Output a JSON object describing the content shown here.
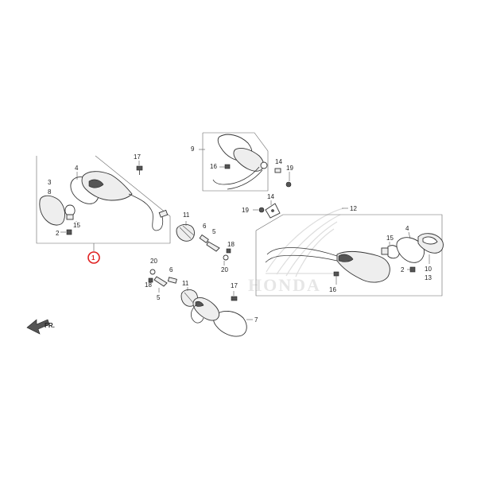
{
  "diagram": {
    "callouts": {
      "c1": "1",
      "c2a": "2",
      "c2b": "2",
      "c3": "3",
      "c4a": "4",
      "c4b": "4",
      "c5a": "5",
      "c5b": "5",
      "c6a": "6",
      "c6b": "6",
      "c7": "7",
      "c8": "8",
      "c9": "9",
      "c10": "10",
      "c11a": "11",
      "c11b": "11",
      "c12": "12",
      "c13": "13",
      "c14a": "14",
      "c14b": "14",
      "c15a": "15",
      "c15b": "15",
      "c16a": "16",
      "c16b": "16",
      "c17a": "17",
      "c17b": "17",
      "c18a": "18",
      "c18b": "18",
      "c19a": "19",
      "c19b": "19",
      "c20a": "20",
      "c20b": "20"
    },
    "direction_label": "FR.",
    "watermark": "HONDA",
    "colors": {
      "highlight": "#e02020",
      "line": "#333333"
    }
  }
}
